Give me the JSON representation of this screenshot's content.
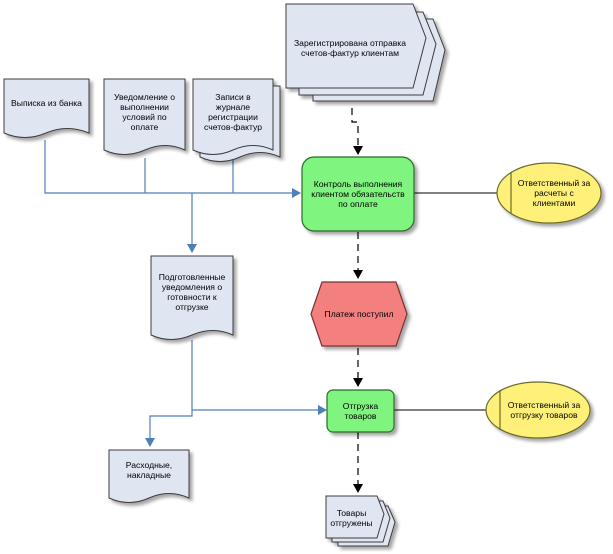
{
  "colors": {
    "document_fill": "#dfe6f2",
    "document_stroke": "#3c3c3c",
    "function_fill": "#7ff57f",
    "function_stroke": "#2a6a2a",
    "event_fill": "#f47f7f",
    "event_stroke": "#7a3030",
    "role_fill": "#fff07a",
    "role_stroke": "#6a6a2a",
    "flow_line": "#4f7fb8",
    "dashed_line": "#000000",
    "assoc_line": "#000000"
  },
  "nodes": {
    "registered_invoices": "Зарегистрирована отправка\nсчетов-фактур клиентам",
    "bank_statement": "Выписка из банка",
    "payment_terms_notice": "Уведомление о\nвыполнении\nусловий по\nоплате",
    "invoice_log_records": "Записи в\nжурнале\nрегистрации\nсчетов-фактур",
    "payment_control": "Контроль выполнения\nклиентом обязательств\nпо оплате",
    "payments_responsible": "Ответственный за\nрасчеты с\nклиентами",
    "shipment_readiness_notice": "Подготовленные\nуведомления о\nготовности к\nотгрузке",
    "payment_received": "Платеж поступил",
    "goods_shipment": "Отгрузка\nтоваров",
    "shipment_responsible": "Ответственный за\nотгрузку товаров",
    "waybills": "Расходные,\nнакладные",
    "goods_shipped": "Товары\nотгружены"
  }
}
